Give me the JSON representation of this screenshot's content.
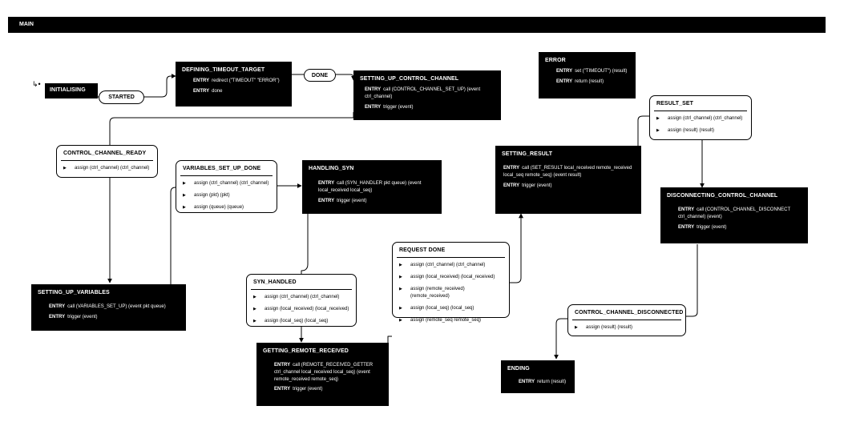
{
  "header": {
    "title": "MAIN"
  },
  "entry_keyword": "ENTRY",
  "transitions": {
    "started": "STARTED",
    "done": "DONE"
  },
  "nodes": {
    "initialising": {
      "title": "INITIALISING"
    },
    "defining_timeout_target": {
      "title": "DEFINING_TIMEOUT_TARGET",
      "actions": [
        "redirect (\"TIMEOUT\" \"ERROR\")",
        "done"
      ]
    },
    "setting_up_control_channel": {
      "title": "SETTING_UP_CONTROL_CHANNEL",
      "actions": [
        "call (CONTROL_CHANNEL_SET_UP) (event ctrl_channel)",
        "trigger (event)"
      ]
    },
    "error": {
      "title": "ERROR",
      "actions": [
        "set (\"TIMEOUT\") (result)",
        "return (result)"
      ]
    },
    "result_set": {
      "title": "RESULT_SET",
      "assigns": [
        "assign (ctrl_channel) (ctrl_channel)",
        "assign (result) (result)"
      ]
    },
    "setting_result": {
      "title": "SETTING_RESULT",
      "actions": [
        "call (SET_RESULT local_received remote_received local_seq remote_seq) (event result)",
        "trigger (event)"
      ]
    },
    "disconnecting_control_channel": {
      "title": "DISCONNECTING_CONTROL_CHANNEL",
      "actions": [
        "call (CONTROL_CHANNEL_DISCONNECT ctrl_channel) (event)",
        "trigger (event)"
      ]
    },
    "control_channel_ready": {
      "title": "CONTROL_CHANNEL_READY",
      "assigns": [
        "assign (ctrl_channel) (ctrl_channel)"
      ]
    },
    "variables_set_up_done": {
      "title": "VARIABLES_SET_UP_DONE",
      "assigns": [
        "assign (ctrl_channel) (ctrl_channel)",
        "assign (pkt) (pkt)",
        "assign (queue) (queue)"
      ]
    },
    "handling_syn": {
      "title": "HANDLING_SYN",
      "actions": [
        "call (SYN_HANDLER pkt queue) (event local_received local_seq)",
        "trigger (event)"
      ]
    },
    "request_done": {
      "title": "REQUEST DONE",
      "assigns": [
        "assign (ctrl_channel) (ctrl_channel)",
        "assign (local_received) (local_received)",
        "assign (remote_received) (remote_received)",
        "assign (local_seq) (local_seq)",
        "assign (remote_seq remote_seq)"
      ]
    },
    "syn_handled": {
      "title": "SYN_HANDLED",
      "assigns": [
        "assign (ctrl_channel) (ctrl_channel)",
        "assign (local_received) (local_received)",
        "assign (local_seq) (local_seq)"
      ]
    },
    "setting_up_variables": {
      "title": "SETTING_UP_VARIABLES",
      "actions": [
        "call (VARIABLES_SET_UP) (event pkt queue)",
        "trigger (event)"
      ]
    },
    "control_channel_disconnected": {
      "title": "CONTROL_CHANNEL_DISCONNECTED",
      "assigns": [
        "assign (result) (result)"
      ]
    },
    "getting_remote_received": {
      "title": "GETTING_REMOTE_RECEIVED",
      "actions": [
        "call (REMOTE_RECEIVED_GETTER ctrl_channel local_received local_seq) (event remote_received remote_seq)",
        "trigger (event)"
      ]
    },
    "ending": {
      "title": "ENDING",
      "actions": [
        "return (result)"
      ]
    }
  }
}
